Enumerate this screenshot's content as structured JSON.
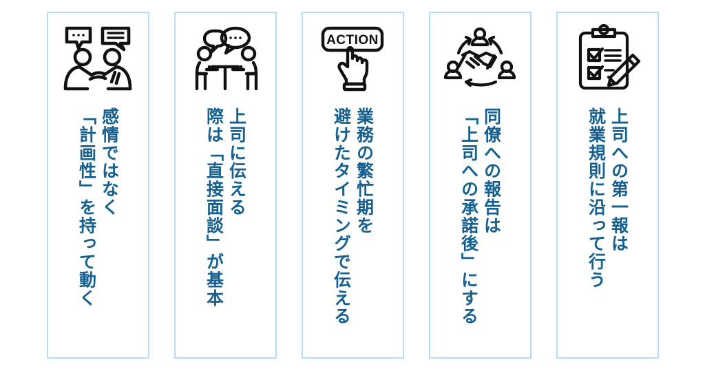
{
  "page": {
    "background_color": "#ffffff",
    "card_border_color": "#b8dcf0",
    "text_color": "#15608f",
    "icon_color": "#111111",
    "layout": "five vertical cards in a row, each with a line-art icon above bold vertical Japanese text"
  },
  "cards": [
    {
      "id": "card-1",
      "icon": "two-people-handshake-speech-bubbles-icon",
      "lines": [
        "感情ではなく",
        "「計画性」を持って動く"
      ],
      "full_text": "感情ではなく「計画性」を持って動く"
    },
    {
      "id": "card-2",
      "icon": "two-people-meeting-table-speech-bubbles-icon",
      "lines": [
        "上司に伝える",
        "際は「直接面談」が基本"
      ],
      "full_text": "上司に伝える際は「直接面談」が基本"
    },
    {
      "id": "card-3",
      "icon": "action-button-pointing-hand-icon",
      "icon_label": "ACTION",
      "lines": [
        "業務の繁忙期を",
        "避けたタイミングで伝える"
      ],
      "full_text": "業務の繁忙期を避けたタイミングで伝える"
    },
    {
      "id": "card-4",
      "icon": "handshake-three-people-circular-arrows-icon",
      "lines": [
        "同僚への報告は",
        "「上司への承諾後」にする"
      ],
      "full_text": "同僚への報告は「上司への承諾後」にする"
    },
    {
      "id": "card-5",
      "icon": "clipboard-checklist-pencil-icon",
      "lines": [
        "上司への第一報は",
        "就業規則に沿って行う"
      ],
      "full_text": "上司への第一報は就業規則に沿って行う"
    }
  ]
}
